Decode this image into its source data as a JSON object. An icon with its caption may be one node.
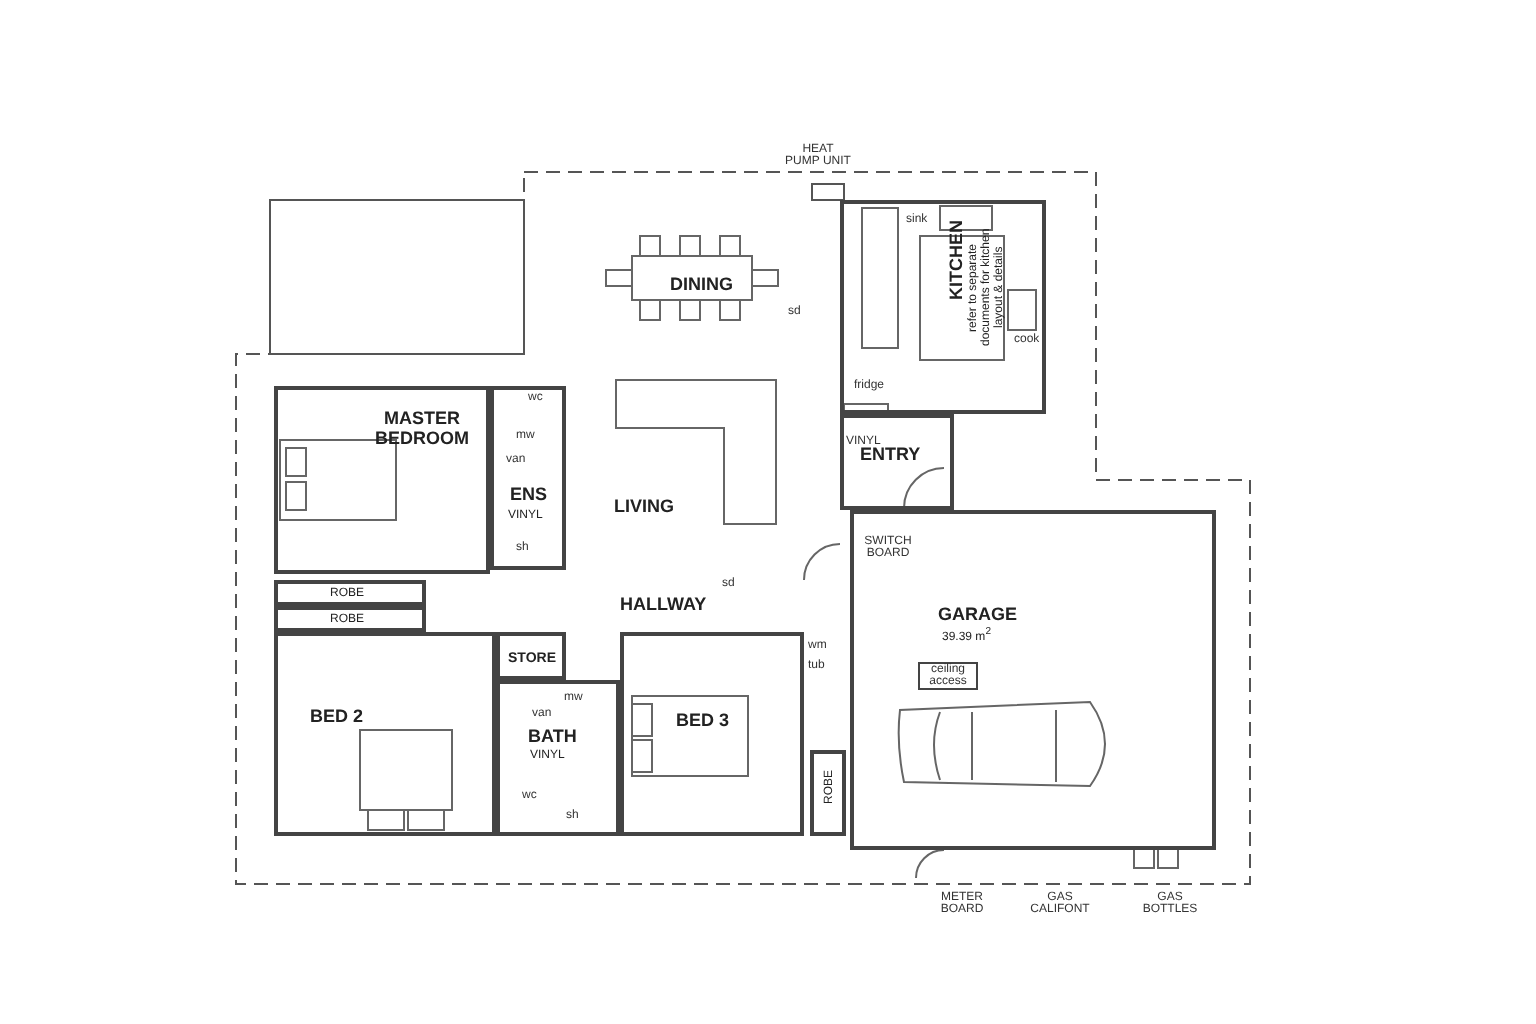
{
  "diagram": {
    "nodes": [
      {
        "text": [
          "DINING"
        ]
      },
      {
        "text": [
          "KITCHEN",
          "refer to separate documents for kitchen layout & details"
        ]
      },
      {
        "text": [
          "MASTER BEDROOM"
        ]
      },
      {
        "text": [
          "ENS",
          "VINYL"
        ]
      },
      {
        "text": [
          "LIVING"
        ]
      },
      {
        "text": [
          "ENTRY"
        ]
      },
      {
        "text": [
          "HALLWAY"
        ]
      },
      {
        "text": [
          "GARAGE",
          "39.39 m$^{2}$"
        ]
      },
      {
        "text": [
          "STORE"
        ]
      },
      {
        "text": [
          "BED 2"
        ]
      },
      {
        "text": [
          "BATH",
          "VINYL"
        ]
      },
      {
        "text": [
          "BED 3"
        ]
      },
      {
        "text": [
          "ROBE"
        ]
      },
      {
        "text": [
          "ROBE"
        ]
      },
      {
        "text": [
          "ROBE"
        ]
      },
      {
        "text": [
          "ceiling access"
        ],
        "in": 7
      }
    ],
    "edges": [],
    "labels": [
      "HEAT PUMP UNIT",
      "sink",
      "sd",
      "cook",
      "fridge",
      "VINYL",
      "wc",
      "mw",
      "van",
      "sh",
      "sd",
      "SWITCH BOARD",
      "wm",
      "tub",
      "mw",
      "van",
      "wc",
      "sh",
      "METER BOARD",
      "GAS CALIFONT",
      "GAS BOTTLES"
    ]
  }
}
